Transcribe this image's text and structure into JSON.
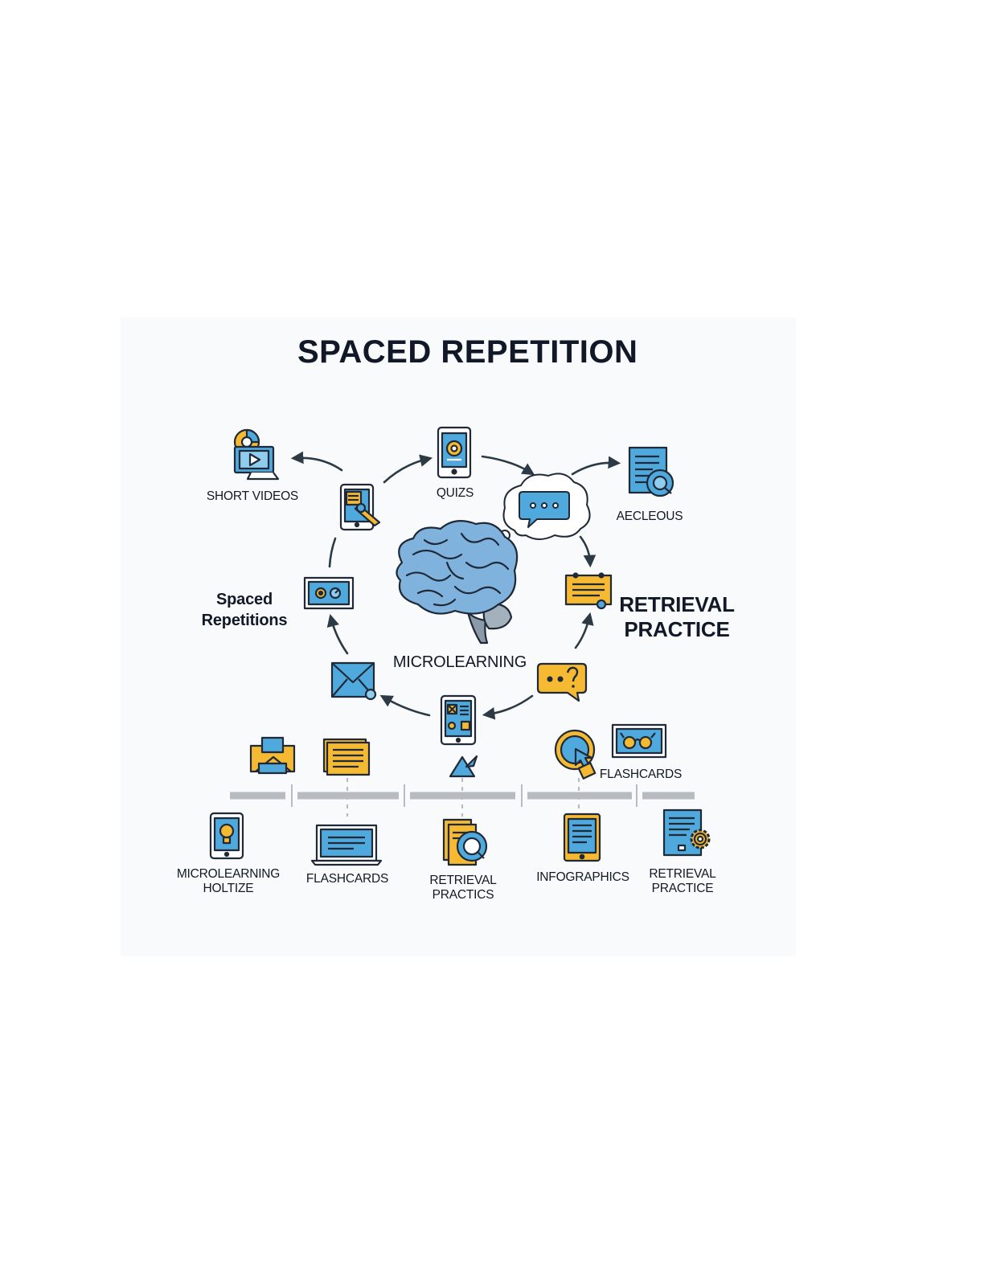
{
  "title": "SPACED REPETITION",
  "center_label": "MICROLEARNING",
  "left_label": {
    "line1": "Spaced",
    "line2": "Repetitions"
  },
  "right_label": {
    "line1": "RETRIEVAL",
    "line2": "PRACTICE"
  },
  "cycle_labels": {
    "short_videos": "SHORT VIDEOS",
    "quizs": "QUIZS",
    "aecleous": "AECLEOUS"
  },
  "timeline_top_label": "FLASHCARDS",
  "bottom_labels": [
    {
      "line1": "MICROLEARNING",
      "line2": "HOLTIZE"
    },
    {
      "line1": "FLASHCARDS",
      "line2": ""
    },
    {
      "line1": "RETRIEVAL",
      "line2": "PRACTICS"
    },
    {
      "line1": "INFOGRAPHICS",
      "line2": ""
    },
    {
      "line1": "RETRIEVAL",
      "line2": "PRACTICE"
    }
  ],
  "colors": {
    "blue": "#4fa9dc",
    "brain": "#7fb2dc",
    "yellow": "#f5b932",
    "outline": "#1f2937",
    "arrow": "#2b3a45",
    "timeline": "#b8bcc2"
  }
}
